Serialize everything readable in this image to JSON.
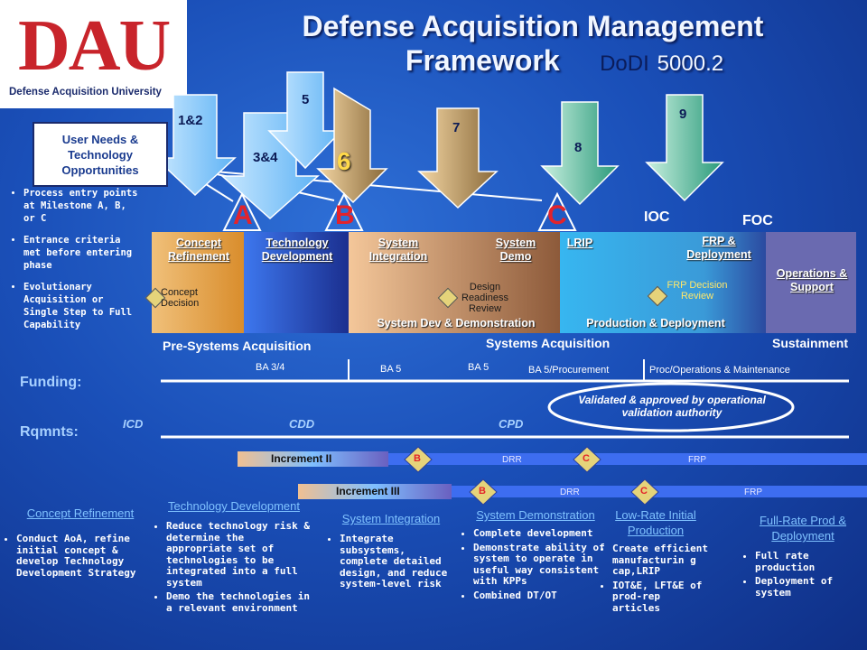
{
  "logo": {
    "text": "DAU",
    "subtitle": "Defense Acquisition University"
  },
  "title": {
    "line1": "Defense Acquisition Management",
    "line2": "Framework",
    "dodi": "DoDI",
    "dodi_num": "5000.2"
  },
  "user_needs": "User Needs & Technology Opportunities",
  "entry_bullets": [
    "Process entry points at Milestone A, B, or C",
    "Entrance criteria met before entering phase",
    "Evolutionary Acquisition or Single Step to Full Capability"
  ],
  "entry_arrows": [
    "1&2",
    "3&4",
    "5",
    "6",
    "7",
    "8",
    "9"
  ],
  "milestones": {
    "a": "A",
    "b": "B",
    "c": "C",
    "ioc": "IOC",
    "foc": "FOC"
  },
  "phases": {
    "concept_refinement": "Concept Refinement",
    "technology_development": "Technology Development",
    "system_integration": "System Integration",
    "system_demo": "System Demo",
    "lrip": "LRIP",
    "frp_deployment": "FRP & Deployment",
    "operations_support": "Operations & Support",
    "concept_decision": "Concept Decision",
    "design_readiness_review": "Design Readiness Review",
    "frp_decision_review": "FRP Decision Review",
    "sdd": "System Dev & Demonstration",
    "pd": "Production & Deployment"
  },
  "groups": {
    "pre_systems": "Pre-Systems Acquisition",
    "systems": "Systems Acquisition",
    "sustainment": "Sustainment"
  },
  "funding": {
    "label": "Funding:",
    "ba34": "BA 3/4",
    "ba5a": "BA 5",
    "ba5b": "BA 5",
    "ba5proc": "BA 5/Procurement",
    "proc_om": "Proc/Operations & Maintenance"
  },
  "validated": "Validated & approved by operational validation authority",
  "rqmnts": {
    "label": "Rqmnts:",
    "icd": "ICD",
    "cdd": "CDD",
    "cpd": "CPD"
  },
  "increments": {
    "inc2": "Increment II",
    "inc3": "Increment III",
    "b": "B",
    "c": "C",
    "drr": "DRR",
    "frp": "FRP"
  },
  "columns": [
    {
      "header": "Concept Refinement",
      "items": [
        "Conduct AoA, refine initial concept & develop Technology Development Strategy"
      ]
    },
    {
      "header": "Technology Development",
      "items": [
        "Reduce technology risk & determine the appropriate set of technologies to be integrated into a full system",
        "Demo the technologies in a relevant environment"
      ]
    },
    {
      "header": "System Integration",
      "items": [
        "Integrate subsystems, complete detailed design, and reduce system-level risk"
      ]
    },
    {
      "header": "System Demonstration",
      "items": [
        "Complete development",
        "Demonstrate ability of system to operate in useful way consistent with KPPs",
        "Combined DT/OT"
      ]
    },
    {
      "header": "Low-Rate Initial Production",
      "items": [
        "Create efficient manufacturin g cap,LRIP",
        "IOT&E, LFT&E of prod-rep articles"
      ]
    },
    {
      "header": "Full-Rate Prod & Deployment",
      "items": [
        "Full rate production",
        "Deployment of system"
      ]
    }
  ],
  "colors": {
    "concept": "#e7a03a",
    "techdev": "#2f63d9",
    "sdd": "#c9966a",
    "pd": "#2aa8e0",
    "ops": "#6a6ab0"
  }
}
